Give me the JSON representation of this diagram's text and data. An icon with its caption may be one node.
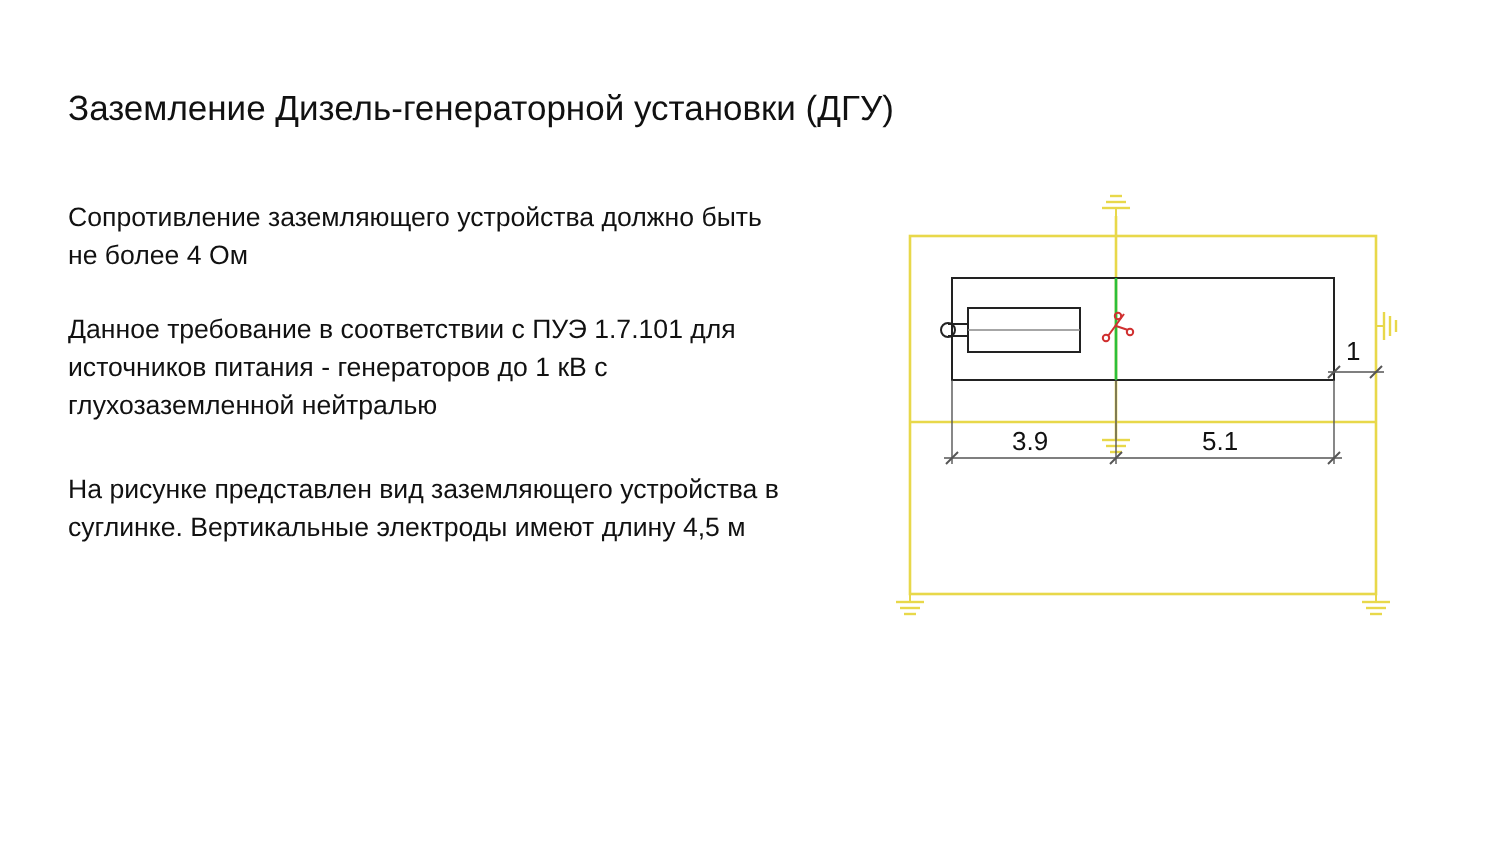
{
  "diagram": {
    "title": "Заземление Дизель-генераторной установки (ДГУ)",
    "labels": [
      "Сопротивление заземляющего устройства должно быть не более 4 Ом",
      "Данное требование в соответствии с ПУЭ 1.7.101 для источников питания - генераторов до 1 кВ с глухозаземленной нейтралью",
      "На рисунке представлен вид заземляющего устройства в суглинке. Вертикальные электроды имеют длину 4,5 м",
      "1",
      "3.9",
      "5.1"
    ]
  }
}
